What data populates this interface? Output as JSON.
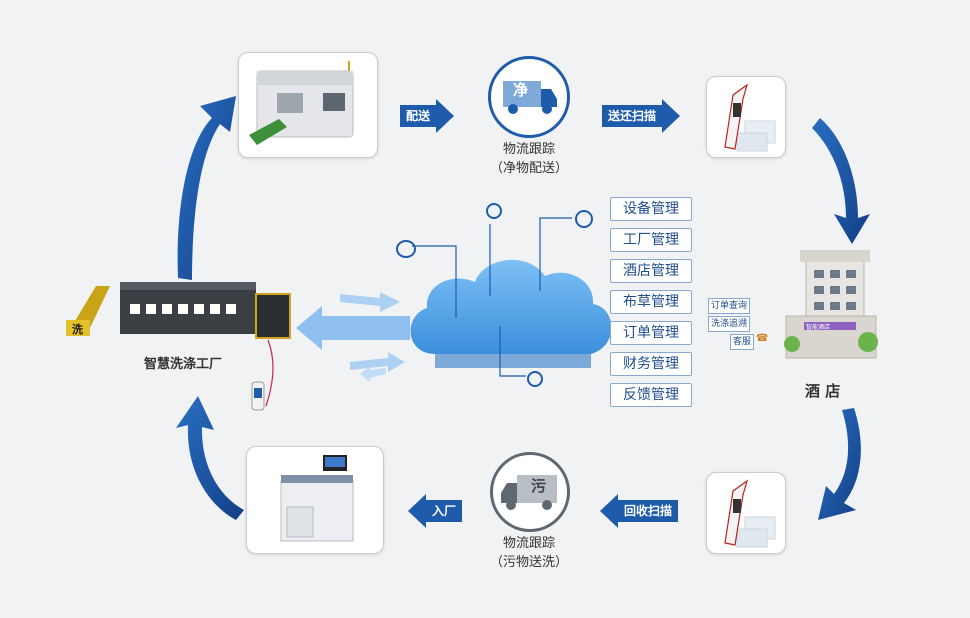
{
  "steps": {
    "deliver": "配送",
    "return_scan": "送还扫描",
    "recycle_scan": "回收扫描",
    "enter_factory": "入厂"
  },
  "trucks": {
    "clean": {
      "symbol": "净",
      "line1": "物流跟踪",
      "line2": "（净物配送）"
    },
    "dirty": {
      "symbol": "污",
      "line1": "物流跟踪",
      "line2": "（污物送洗）"
    }
  },
  "management": [
    "设备管理",
    "工厂管理",
    "酒店管理",
    "布草管理",
    "订单管理",
    "财务管理",
    "反馈管理"
  ],
  "hotel": {
    "label": "酒 店",
    "sign": "智能酒店",
    "services": [
      "订单查询",
      "洗涤追溯",
      "客服"
    ]
  },
  "factory": {
    "label": "智慧洗涤工厂",
    "bin_mark": "洗"
  },
  "colors": {
    "accent": "#1e5cab",
    "cloud": "#58a9ee",
    "arrow": "#1b57a8"
  }
}
